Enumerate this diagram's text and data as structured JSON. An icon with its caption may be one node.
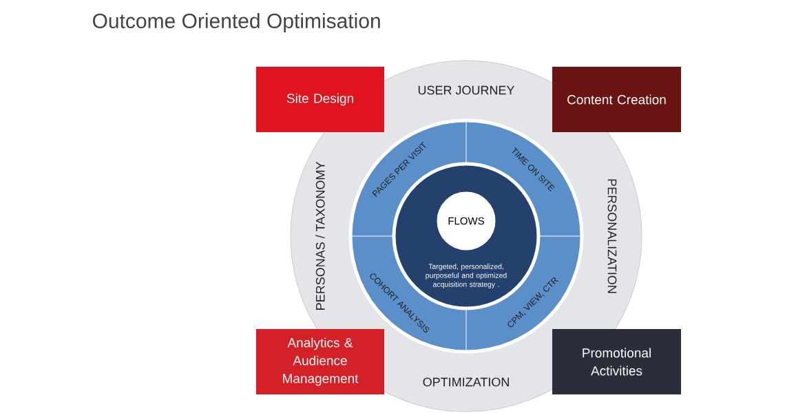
{
  "diagram": {
    "title": "Outcome Oriented Optimisation",
    "nodes": [
      {
        "text": [
          "Site Design"
        ]
      },
      {
        "text": [
          "Content Creation"
        ]
      },
      {
        "text": [
          "USER JOURNEY",
          "PERSONALIZATION",
          "OPTIMIZATION",
          "PERSONAS / TAXONOMY"
        ]
      },
      {
        "text": [
          "PAGES PER VISIT",
          "TIME ON SITE",
          "CPM, VIEW, CTR",
          "COHORT ANALYSIS"
        ],
        "in": 2
      },
      {
        "text": [
          "Targeted, personalized, purposeful and optimized acquisition strategy ."
        ],
        "in": 3
      },
      {
        "text": [
          "FLOWS"
        ],
        "in": 4
      },
      {
        "text": [
          "Analytics & Audience Management"
        ]
      },
      {
        "text": [
          "Promotional Activities"
        ]
      }
    ]
  }
}
